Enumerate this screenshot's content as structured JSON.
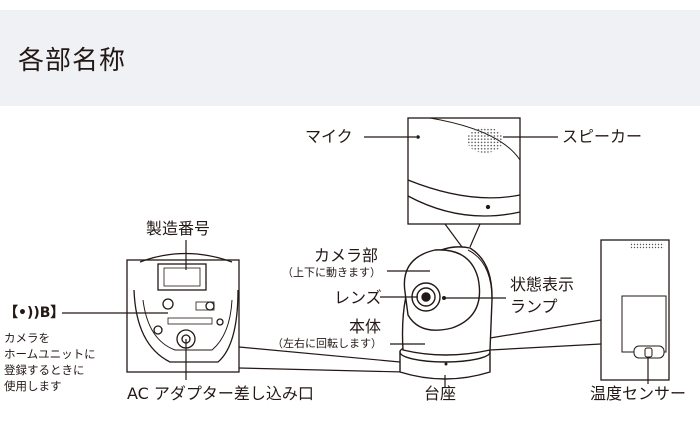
{
  "header": {
    "title": "各部名称"
  },
  "labels": {
    "mic": "マイク",
    "speaker": "スピーカー",
    "serial_number": "製造番号",
    "camera_part": "カメラ部",
    "camera_part_note": "（上下に動きます）",
    "lens": "レンズ",
    "status_lamp_line1": "状態表示",
    "status_lamp_line2": "ランプ",
    "body": "本体",
    "body_note": "（左右に回転します）",
    "ac_adapter": "AC アダプター差し込み口",
    "stand": "台座",
    "temp_sensor": "温度センサー"
  },
  "register_button": {
    "open_bracket": "【",
    "letter": "B",
    "close_bracket": "】",
    "icon": "wireless-signal-icon",
    "desc_line1": "カメラを",
    "desc_line2": "ホームユニットに",
    "desc_line3": "登録するときに",
    "desc_line4": "使用します"
  },
  "colors": {
    "header_bg": "#f0f1f5",
    "line": "#231815",
    "text": "#231815"
  }
}
